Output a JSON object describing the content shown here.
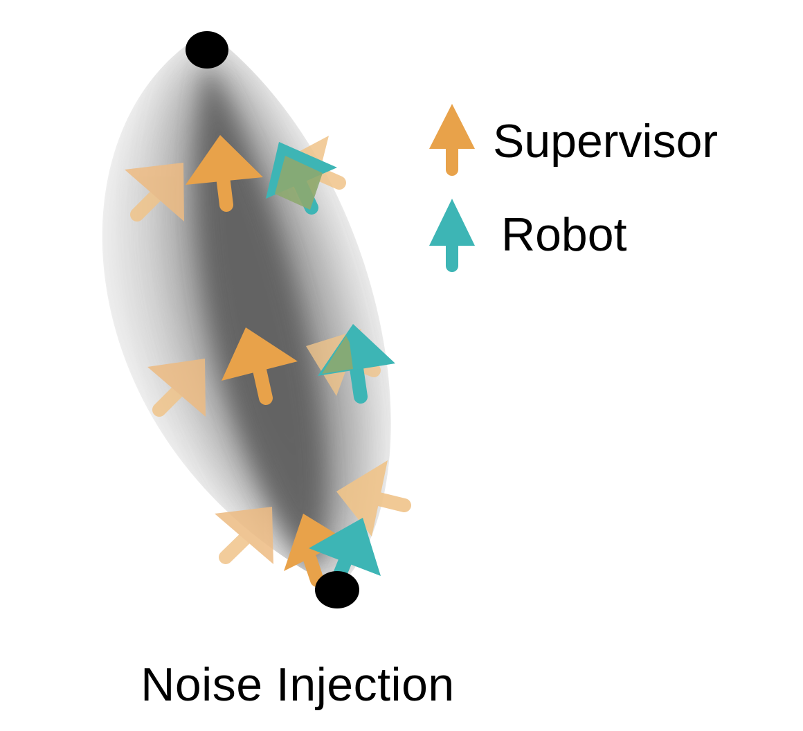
{
  "caption": "Noise Injection",
  "legend": {
    "supervisor_label": "Supervisor",
    "robot_label": "Robot"
  },
  "colors": {
    "supervisor": "#E8A24A",
    "supervisor_faded": "#F0C48A",
    "robot": "#3DB5B5",
    "overlap": "#8DA86F",
    "endpoint": "#000000",
    "noise_band": "#555555"
  },
  "icons": {
    "supervisor": "orange-arrow-icon",
    "robot": "teal-arrow-icon",
    "endpoint": "black-dot-icon"
  }
}
